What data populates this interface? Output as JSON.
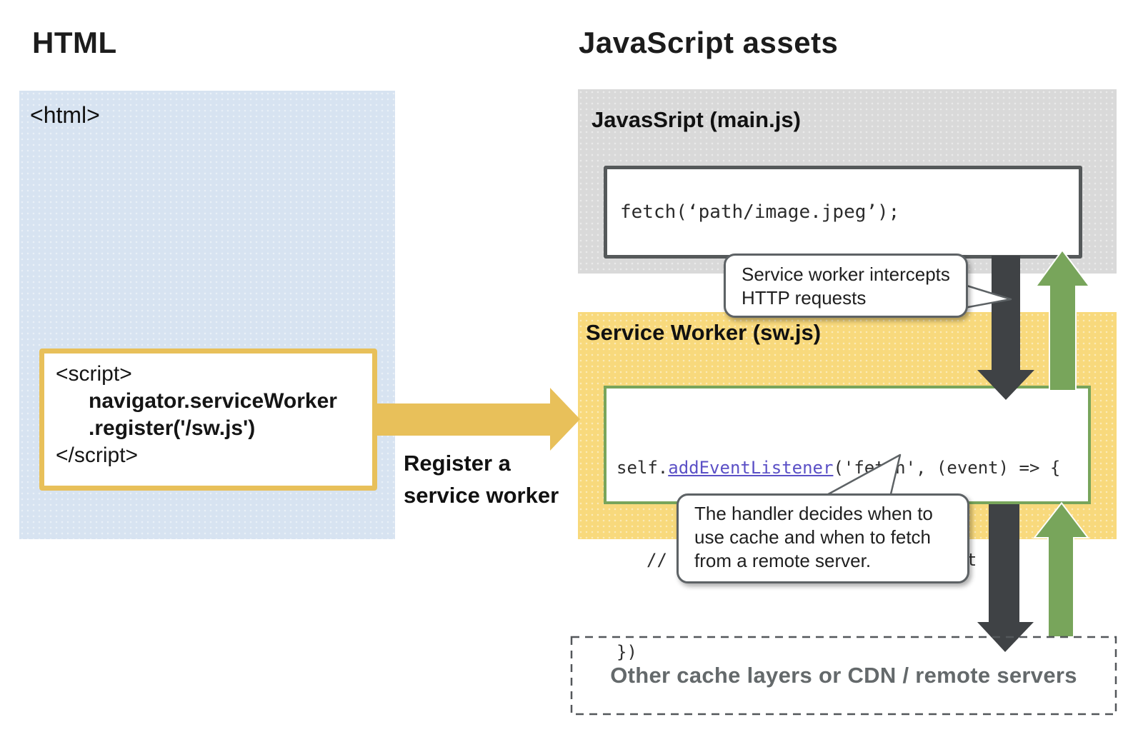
{
  "page": {
    "title_left": "HTML",
    "title_right": "JavaScript assets"
  },
  "html_panel": {
    "open_tag": "<html>",
    "script_lines": {
      "open": "<script>",
      "code1": "navigator.serviceWorker",
      "code2": ".register('/sw.js')",
      "close": "</script>"
    }
  },
  "register_arrow": {
    "label_line1": "Register a",
    "label_line2": "service worker"
  },
  "mainjs_panel": {
    "title": "JavasSript (main.js)",
    "code": "fetch(‘path/image.jpeg’);"
  },
  "sw_panel": {
    "title": "Service Worker (sw.js)",
    "code": {
      "line1_pre": "self.",
      "line1_fn": "addEventListener",
      "line1_post": "('fetch', (event) => {",
      "line2": "// logic of handling fetch event",
      "line3": "})"
    }
  },
  "bubble_intercept": {
    "line1": "Service worker intercepts",
    "line2": "HTTP requests"
  },
  "bubble_handler": {
    "line1": "The handler decides when to",
    "line2": "use cache and when to fetch",
    "line3": "from a remote server."
  },
  "cache_layer": {
    "label": "Other cache layers or CDN / remote servers"
  },
  "colors": {
    "blue_panel": "#d7e3f1",
    "gray_panel": "#d9d9d9",
    "yellow_panel": "#f8d97c",
    "yellow_accent": "#e8c05a",
    "green_accent": "#78a55b",
    "charcoal": "#3f4245",
    "code_purple": "#5b50c6"
  }
}
